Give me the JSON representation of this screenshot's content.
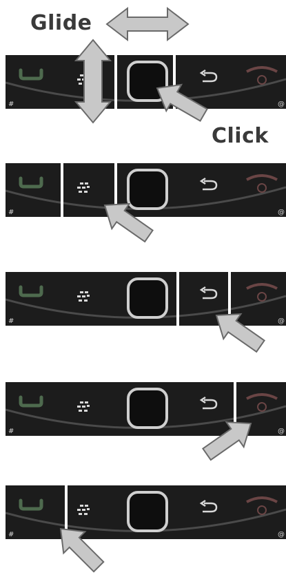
{
  "labels": {
    "glide": "Glide",
    "click": "Click"
  },
  "keys": [
    {
      "name": "call",
      "icon": "phone-call-icon"
    },
    {
      "name": "menu",
      "icon": "blackberry-logo-icon"
    },
    {
      "name": "trackpad",
      "icon": "trackpad-icon"
    },
    {
      "name": "back",
      "icon": "back-arrow-icon"
    },
    {
      "name": "end",
      "icon": "end-call-icon"
    }
  ],
  "steps": [
    {
      "highlight": "trackpad",
      "gesture": "glide-and-click"
    },
    {
      "highlight": "menu",
      "gesture": "press"
    },
    {
      "highlight": "back",
      "gesture": "press"
    },
    {
      "highlight": "end",
      "gesture": "press"
    },
    {
      "highlight": "call",
      "gesture": "press"
    }
  ],
  "colors": {
    "bar": "#1c1c1c",
    "bar_curve": "#4a4a4a",
    "key_icon": "#d9d9d9",
    "green_icon": "#4e6a4e",
    "red_icon": "#6a4545",
    "arrow_fill": "#c8c8c8",
    "arrow_stroke": "#6a6a6a",
    "divider": "#ffffff",
    "label": "#3a3a3a"
  }
}
